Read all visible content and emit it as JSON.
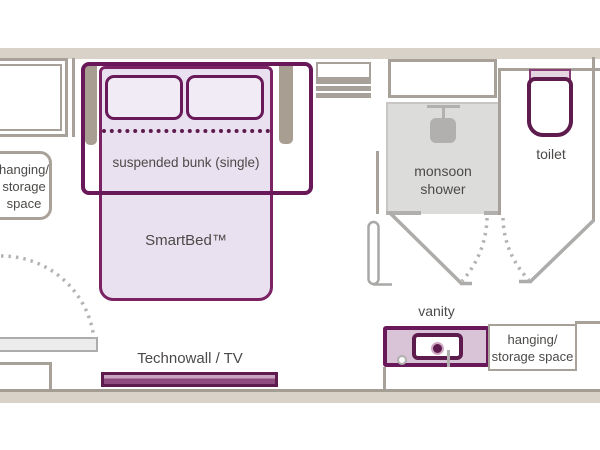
{
  "floorplan": {
    "labels": {
      "storage_left": {
        "lines": [
          "hanging/",
          "storage",
          "space"
        ]
      },
      "suspended_bunk": "suspended bunk (single)",
      "smartbed": "SmartBed™",
      "technowall": "Technowall / TV",
      "monsoon_shower": {
        "lines": [
          "monsoon",
          "shower"
        ]
      },
      "toilet": "toilet",
      "vanity": "vanity",
      "storage_right": {
        "lines": [
          "hanging/",
          "storage space"
        ]
      }
    },
    "colors": {
      "wall_fill": "#d8d2c8",
      "wall_line": "#a8a19a",
      "wall_edge": "#a49d94",
      "fixture_gray": "#b1b0ae",
      "door_line": "#adacaa",
      "arc_dot": "#b5b3b0",
      "purple_dark": "#5e1b4d",
      "purple_frame": "#69195a",
      "purple_bed_border": "#7b2264",
      "bed_fill": "#e9e1ef",
      "pillow_fill": "#f1ebf5",
      "vanity_fill": "#d9c4d7",
      "toilet_tank_fill": "#e5d4e2",
      "tank_line": "#8a3a74",
      "tv_fill": "#8f4a7e",
      "tv_highlight": "#c9a5c2",
      "shower_fill": "#dcdcdb",
      "shower_edge": "#c7c6c4",
      "support_fill": "#a89e91",
      "door_leaf_fill": "#ececec",
      "label_color": "#4c4a48"
    }
  }
}
